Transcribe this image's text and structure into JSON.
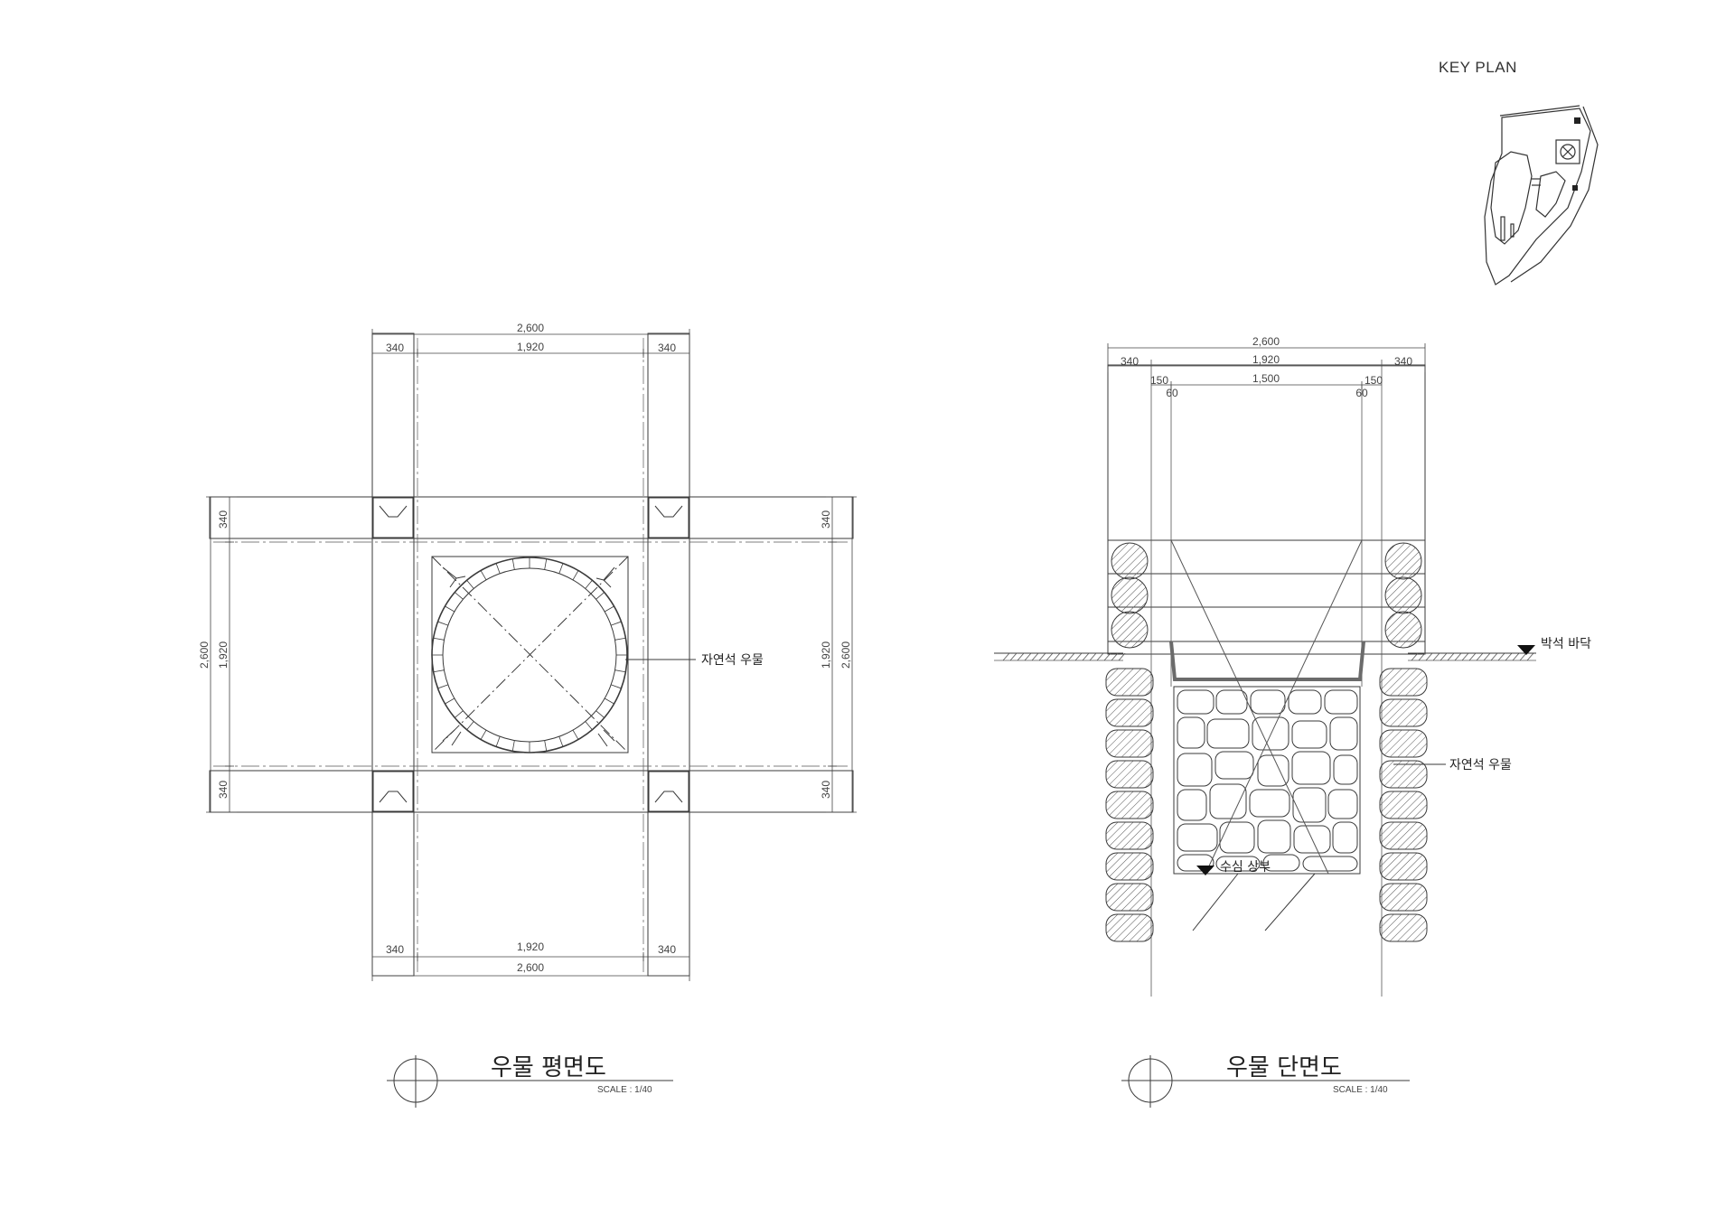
{
  "key_plan": {
    "title": "KEY PLAN"
  },
  "plan": {
    "title": "우물 평면도",
    "scale": "SCALE : 1/40",
    "callout": "자연석 우물",
    "dims": {
      "overall": "2,600",
      "inner": "1,920",
      "side": "340"
    }
  },
  "section": {
    "title": "우물 단면도",
    "scale": "SCALE : 1/40",
    "dims": {
      "overall": "2,600",
      "mid": "1,920",
      "side": "340",
      "opening": "1,500",
      "wall": "150",
      "liner": "60"
    },
    "labels": {
      "floor": "박석 바닥",
      "well": "자연석 우물",
      "water": "수심 상부"
    }
  },
  "colors": {
    "line": "#3a3a3a",
    "hatch": "#555555",
    "liner": "#6b6b6b"
  }
}
